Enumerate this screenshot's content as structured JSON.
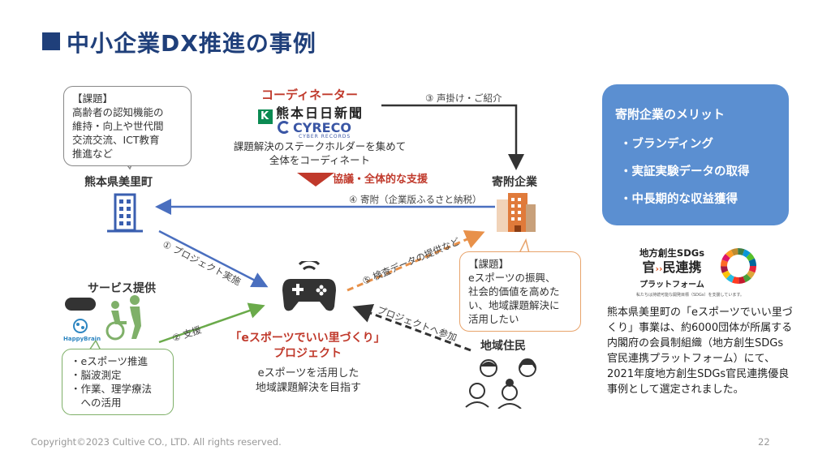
{
  "slide": {
    "title": "中小企業DX推進の事例",
    "copyright": "Copyright©2023 Cultive CO., LTD. All rights reserved.",
    "page_number": "22"
  },
  "coordinator": {
    "label": "コーディネーター",
    "logo1": "熊本日日新聞",
    "logo2": "CYRECO",
    "logo2_sub": "CYBER RECORDS",
    "description": "課題解決のステークホルダーを集めて全体をコーディネート"
  },
  "support_label": "協議・全体的な支援",
  "town": {
    "label": "熊本県美里町",
    "issues": [
      "【課題】",
      "高齢者の認知機能の",
      "維持・向上や世代間",
      "交流交流、ICT教育",
      "推進など"
    ]
  },
  "donor": {
    "label": "寄附企業",
    "issues": [
      "【課題】",
      "eスポーツの振興、",
      "社会的価値を高めた",
      "い、地域課題解決に",
      "活用したい"
    ]
  },
  "service": {
    "label": "サービス提供",
    "logo_happybrain": "HappyBrain",
    "items": [
      "・eスポーツ推進",
      "・脳波測定",
      "・作業、理学療法",
      "　への活用"
    ]
  },
  "residents": {
    "label": "地域住民"
  },
  "project": {
    "title_line1": "「eスポーツでいい里づくり」",
    "title_line2": "プロジェクト",
    "desc_line1": "eスポーツを活用した",
    "desc_line2": "地域課題解決を目指す"
  },
  "arrows": {
    "a1": "① プロジェクト実施",
    "a2": "② 支援",
    "a3": "③ 声掛け・ご紹介",
    "a4": "④ 寄附（企業版ふるさと納税）",
    "a5": "⑤ 検査データの提供など",
    "a6": "プロジェクトへ参加"
  },
  "merits": {
    "title": "寄附企業のメリット",
    "items": [
      "・ブランディング",
      "・実証実験データの取得",
      "・中長期的な収益獲得"
    ]
  },
  "sdgs": {
    "logo_line1": "地方創生SDGs",
    "logo_line2a": "官",
    "logo_line2b": "民連携",
    "logo_line3": "プラットフォーム",
    "logo_caption": "私たちは持続可能な開発目標（SDGs）を支援しています。",
    "text": "熊本県美里町の「eスポーツでいい里づくり」事業は、約6000団体が所属する内閣府の会員制組織（地方創生SDGs官民連携プラットフォーム）にて、2021年度地方創生SDGs官民連携優良事例として選定されました。"
  },
  "colors": {
    "title": "#1f3f7a",
    "accent_red": "#c0392b",
    "arrow_blue": "#4a6fbf",
    "arrow_green": "#6aaa4a",
    "arrow_orange": "#e8914a",
    "arrow_dark": "#333333",
    "merit_bg": "#5b8fd1"
  },
  "icons": {
    "town": "building-icon",
    "donor": "office-building-icon",
    "service": "wheelchair-assist-icon",
    "project": "gamepad-icon",
    "residents": "people-group-icon",
    "sdgs": "sdgs-wheel-icon"
  }
}
